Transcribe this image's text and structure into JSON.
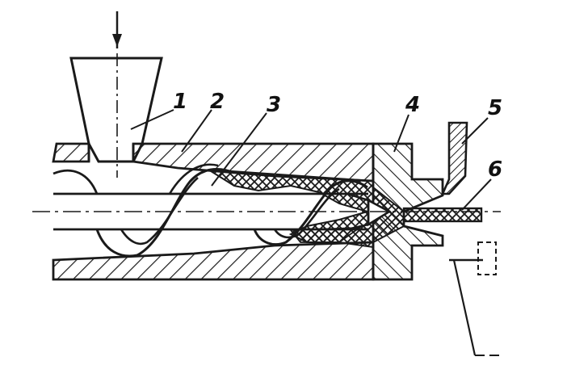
{
  "diagram": {
    "labels": {
      "l1": "1",
      "l2": "2",
      "l3": "3",
      "l4": "4",
      "l5": "5",
      "l6": "6"
    }
  },
  "colors": {
    "ink": "#1a1a1a",
    "background": "#ffffff"
  }
}
